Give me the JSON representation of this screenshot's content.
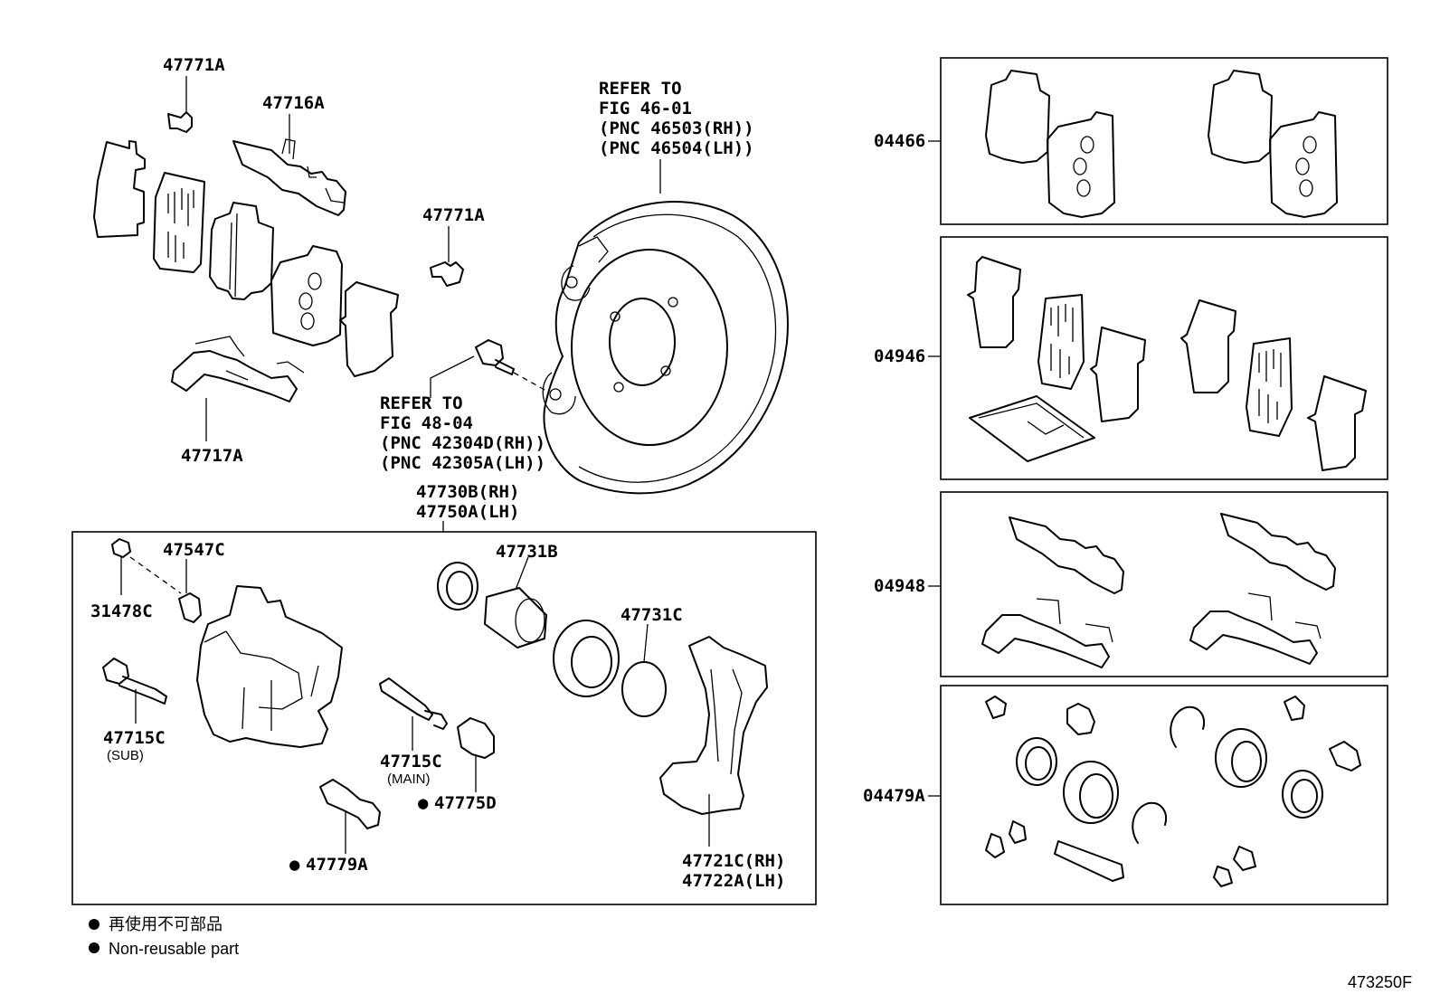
{
  "labels": {
    "p47771A_top": "47771A",
    "p47716A": "47716A",
    "p47717A": "47717A",
    "p47771A_mid": "47771A",
    "refer_top": [
      "REFER TO",
      "FIG 46-01",
      "(PNC 46503(RH))",
      "(PNC 46504(LH))"
    ],
    "refer_mid": [
      "REFER TO",
      "FIG 48-04",
      "(PNC 42304D(RH))",
      "(PNC 42305A(LH))"
    ],
    "assembly": [
      "47730B(RH)",
      "47750A(LH)"
    ],
    "p47547C": "47547C",
    "p31478C": "31478C",
    "p47715C_sub": "47715C",
    "sub_note": "(SUB)",
    "p47731B": "47731B",
    "p47731C": "47731C",
    "p47715C_main": "47715C",
    "main_note": "(MAIN)",
    "p47775D": "47775D",
    "p47779A": "47779A",
    "p47721C": "47721C(RH)",
    "p47722A": "47722A(LH)",
    "kit_04466": "04466",
    "kit_04946": "04946",
    "kit_04948": "04948",
    "kit_04479A": "04479A",
    "non_reusable_mark": "●"
  },
  "legend": {
    "jp": "再使用不可部品",
    "en": "Non-reusable part"
  },
  "figure_id": "473250F"
}
